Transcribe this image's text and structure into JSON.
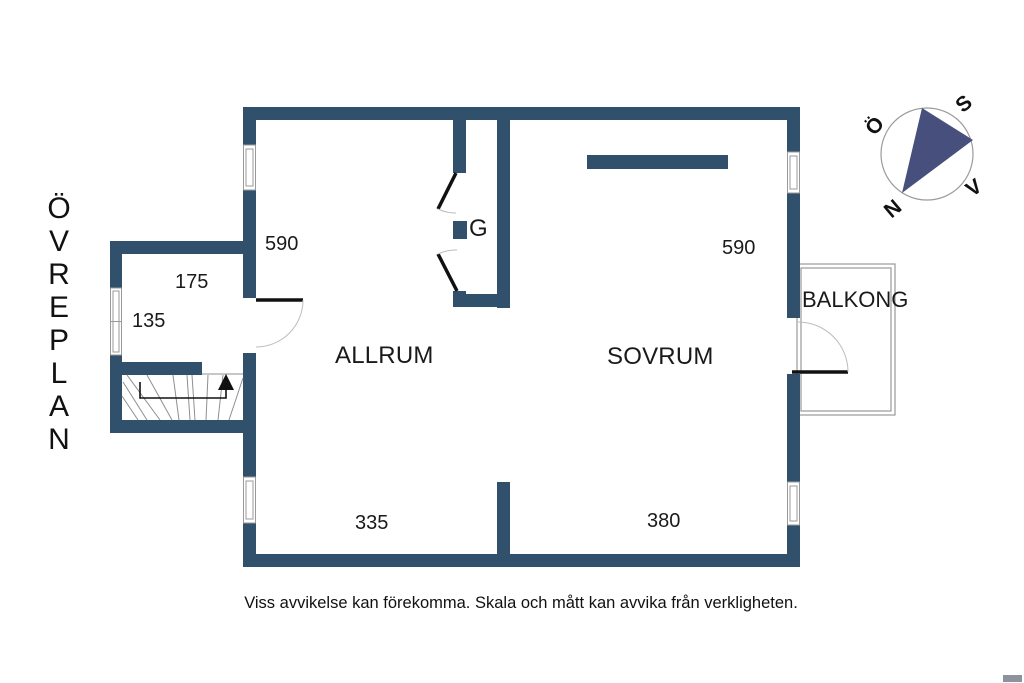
{
  "floorplan": {
    "title_vertical": "ÖVRE PLAN",
    "title_letters": [
      "Ö",
      "V",
      "R",
      "E",
      "P",
      "L",
      "A",
      "N"
    ],
    "labels": {
      "allrum": "ALLRUM",
      "sovrum": "SOVRUM",
      "balkong": "BALKONG",
      "garderob": "G"
    },
    "measurements": {
      "top_left": "590",
      "hall_width": "175",
      "hall_depth": "135",
      "top_right": "590",
      "bottom_left": "335",
      "bottom_right": "380"
    },
    "compass": {
      "north": "N",
      "south": "S",
      "east": "Ö",
      "west": "V"
    },
    "disclaimer": "Viss avvikelse kan förekomma. Skala och mått kan avvika från verkligheten.",
    "colors": {
      "wall": "#31506b",
      "needle": "#474f7c",
      "line": "#9a9a9a",
      "door": "#111111",
      "text": "#1a1a1a",
      "frame": "#b9b9b9"
    }
  }
}
